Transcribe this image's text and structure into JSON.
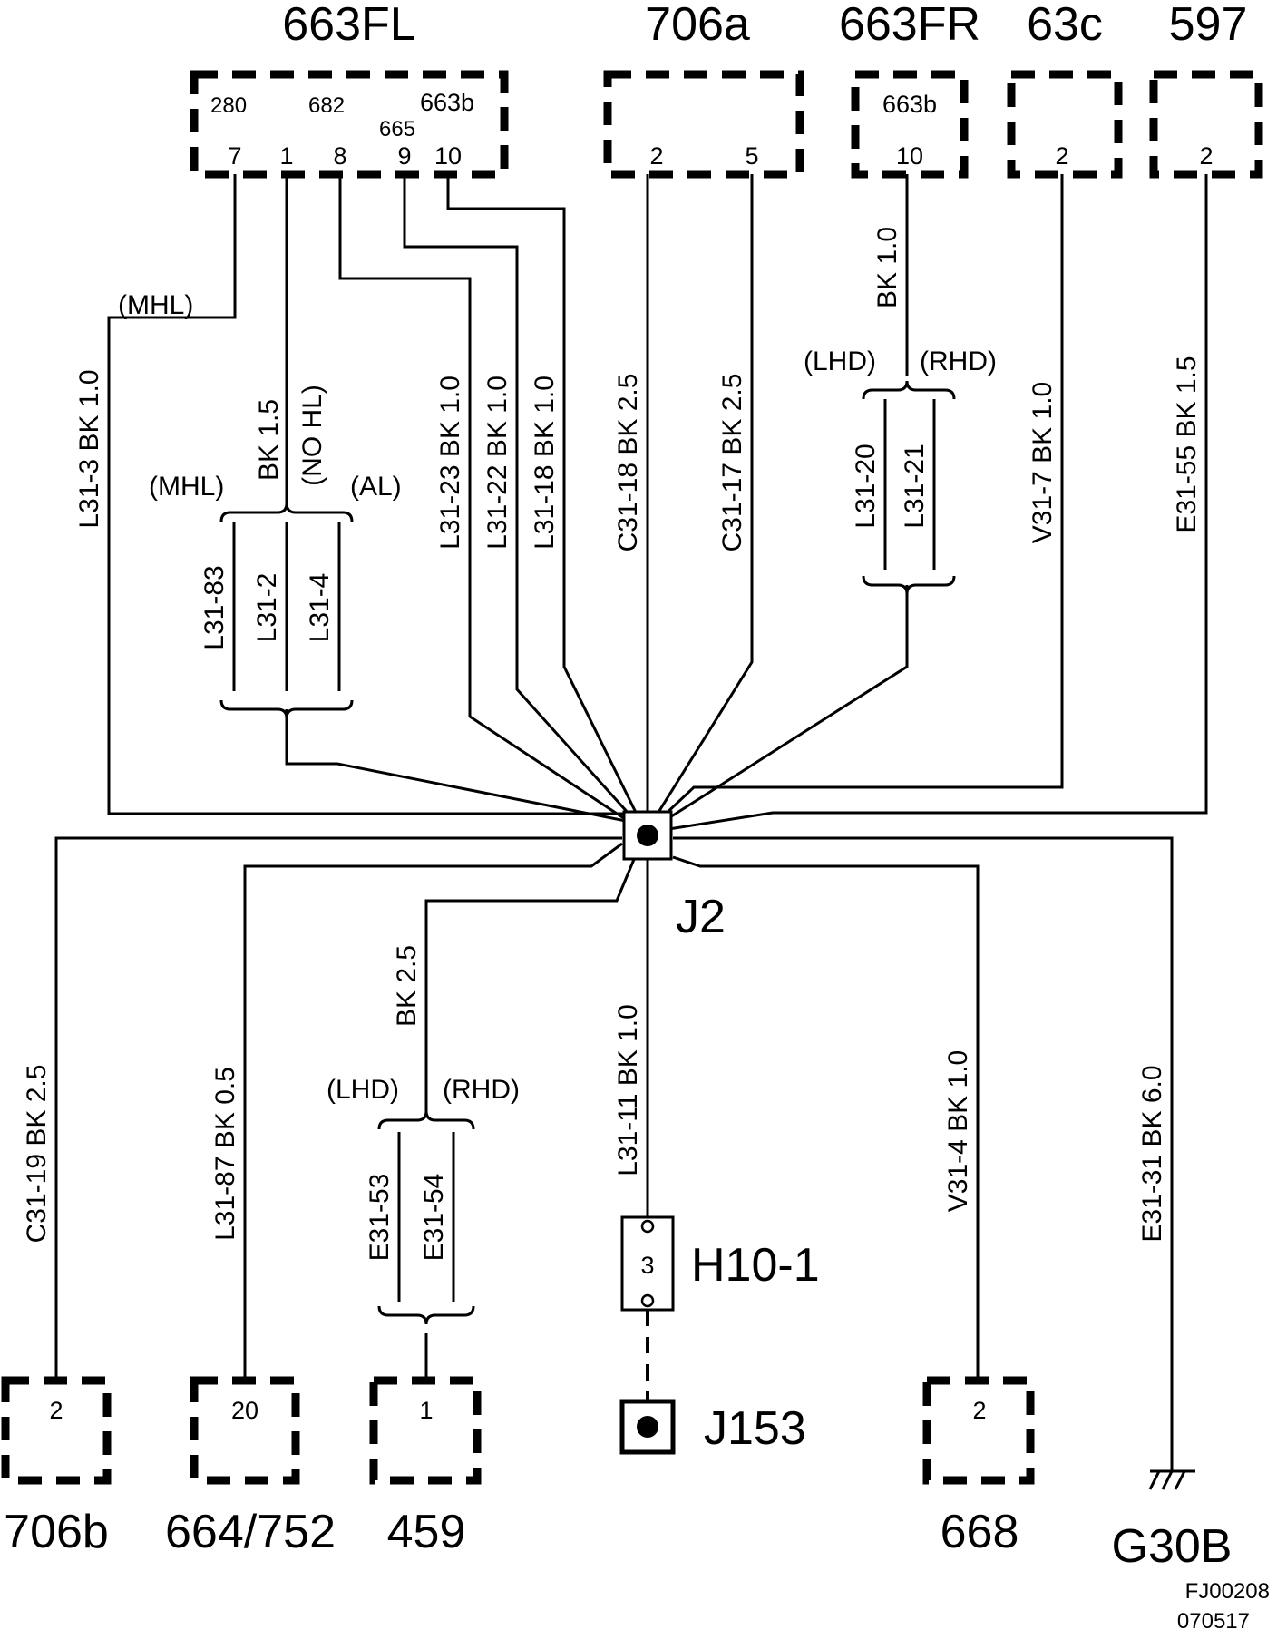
{
  "connectors": {
    "c663FL": {
      "name": "663FL",
      "pins": [
        "7",
        "1",
        "8",
        "9",
        "10"
      ],
      "tags": [
        "280",
        "682",
        "665",
        "663b"
      ]
    },
    "c706a": {
      "name": "706a",
      "pins": [
        "2",
        "5"
      ]
    },
    "c663FR": {
      "name": "663FR",
      "pins": [
        "10"
      ],
      "tags": [
        "663b"
      ]
    },
    "c63c": {
      "name": "63c",
      "pins": [
        "2"
      ]
    },
    "c597": {
      "name": "597",
      "pins": [
        "2"
      ]
    },
    "c706b": {
      "name": "706b",
      "pins": [
        "2"
      ]
    },
    "c664_752": {
      "name": "664/752",
      "pins": [
        "20"
      ]
    },
    "c459": {
      "name": "459",
      "pins": [
        "1"
      ]
    },
    "c668": {
      "name": "668",
      "pins": [
        "2"
      ]
    }
  },
  "junctions": {
    "j2": "J2",
    "j153": "J153"
  },
  "component": {
    "name": "H10-1",
    "pin": "3"
  },
  "ground": {
    "name": "G30B"
  },
  "wires": {
    "l31_3": "L31-3  BK  1.0",
    "bk15": "BK  1.5",
    "l31_83": "L31-83",
    "l31_2": "L31-2",
    "l31_4": "L31-4",
    "l31_23": "L31-23  BK  1.0",
    "l31_22": "L31-22  BK  1.0",
    "l31_18": "L31-18  BK  1.0",
    "c31_18": "C31-18  BK  2.5",
    "c31_17": "C31-17  BK  2.5",
    "bk10": "BK  1.0",
    "l31_20": "L31-20",
    "l31_21": "L31-21",
    "v31_7": "V31-7  BK  1.0",
    "e31_55": "E31-55  BK  1.5",
    "c31_19": "C31-19  BK  2.5",
    "l31_87": "L31-87  BK  0.5",
    "bk25": "BK  2.5",
    "e31_53": "E31-53",
    "e31_54": "E31-54",
    "l31_11": "L31-11  BK  1.0",
    "v31_4": "V31-4  BK  1.0",
    "e31_31": "E31-31  BK  6.0"
  },
  "options": {
    "mhl": "(MHL)",
    "no_hl": "(NO HL)",
    "al": "(AL)",
    "lhd": "(LHD)",
    "rhd": "(RHD)"
  },
  "footer": {
    "code": "FJ00208",
    "date": "070517"
  }
}
